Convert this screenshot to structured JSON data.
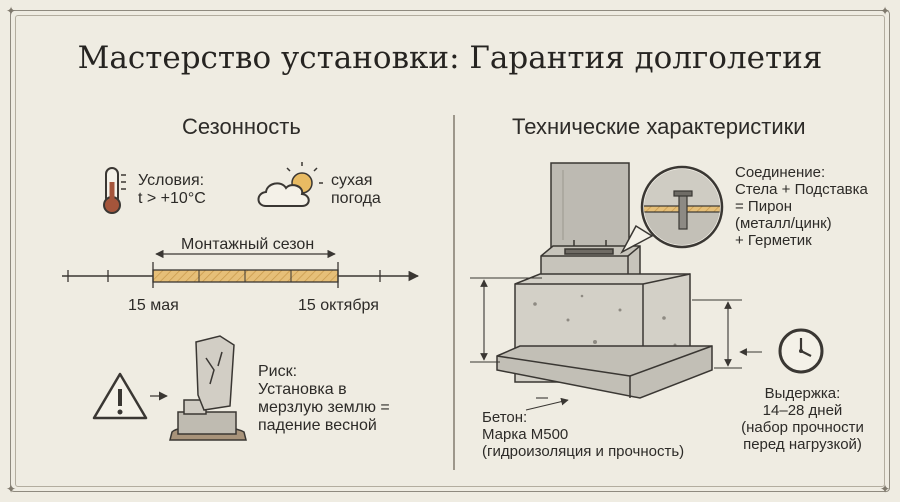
{
  "title": "Мастерство установки: Гарантия долголетия",
  "left": {
    "heading": "Сезонность",
    "conditions": {
      "label": "Условия:\nt > +10°C",
      "icon": "thermometer-icon"
    },
    "weather": {
      "label": "сухая\nпогода",
      "icon": "sun-cloud-icon"
    },
    "timeline": {
      "season_label": "Монтажный сезон",
      "start": "15 мая",
      "end": "15 октября"
    },
    "risk": {
      "label": "Риск:\nУстановка в\nмерзлую землю =\nпадение весной",
      "icon": "warning-icon"
    }
  },
  "right": {
    "heading": "Технические характеристики",
    "connection": "Соединение:\nСтела + Подставка\n= Пирон\n(металл/цинк)\n+ Герметик",
    "concrete": "Бетон:\nМарка М500\n(гидроизоляция и прочность)",
    "curing": "Выдержка:\n14–28 дней\n(набор прочности\nперед нагрузкой)"
  },
  "colors": {
    "accent": "#e3b76b",
    "ink": "#2d2b28",
    "paper": "#efece2"
  }
}
